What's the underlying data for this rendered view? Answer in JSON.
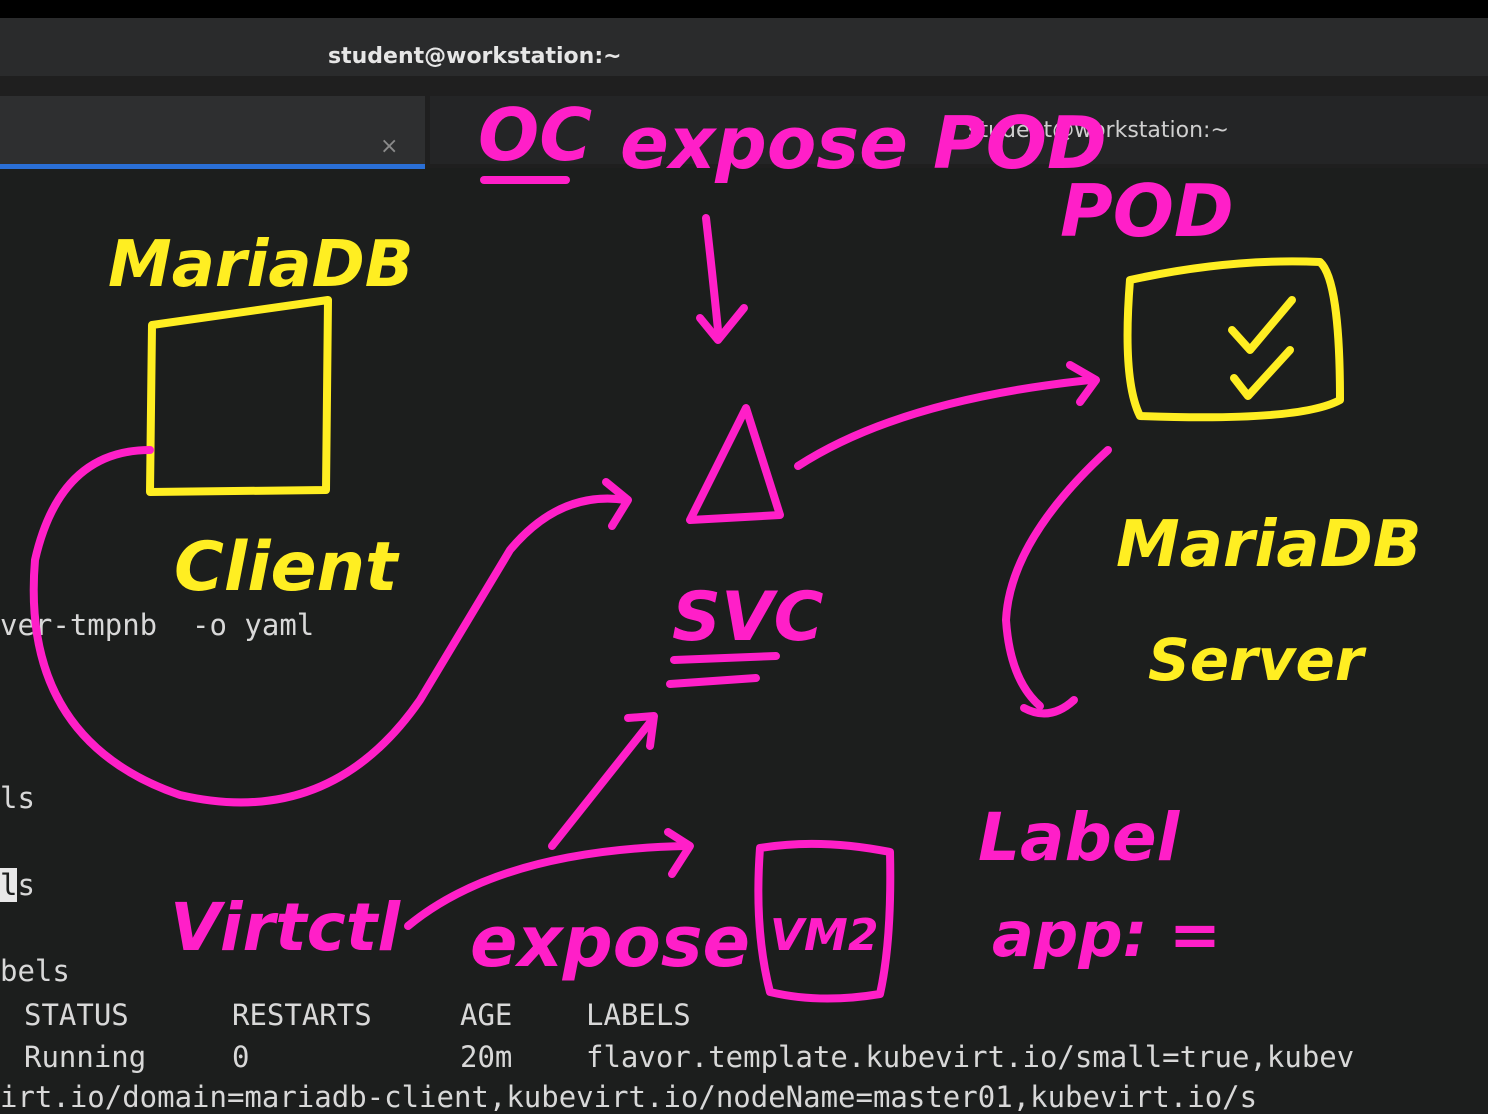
{
  "window": {
    "title": "student@workstation:~"
  },
  "tabs": [
    {
      "title": "",
      "close_glyph": "×"
    },
    {
      "title": "student@workstation:~"
    }
  ],
  "terminal": {
    "cmd_fragment": "ver-tmpnb  -o yaml",
    "ls1": "ls",
    "ls2_cursor": "l",
    "ls2_rest": "s",
    "labels_frag": "bels",
    "headers": [
      "STATUS",
      "RESTARTS",
      "AGE",
      "LABELS"
    ],
    "row": [
      "Running",
      "0",
      "20m",
      "flavor.template.kubevirt.io/small=true,kubev"
    ],
    "last_line": "irt.io/domain=mariadb-client,kubevirt.io/nodeName=master01,kubevirt.io/s"
  },
  "annotations": {
    "oc": "OC",
    "expose_pod": "expose POD",
    "pod": "POD",
    "mariadb_client_top": "MariaDB",
    "client": "Client",
    "svc": "SVC",
    "mariadb_server_top": "MariaDB",
    "mariadb_server_bottom": "Server",
    "label": "Label",
    "app_eq": "app: =",
    "virtctl": "Virtctl",
    "expose": "expose",
    "vm": "VM2",
    "colors": {
      "magenta": "#ff1fc8",
      "yellow": "#ffee22"
    }
  }
}
